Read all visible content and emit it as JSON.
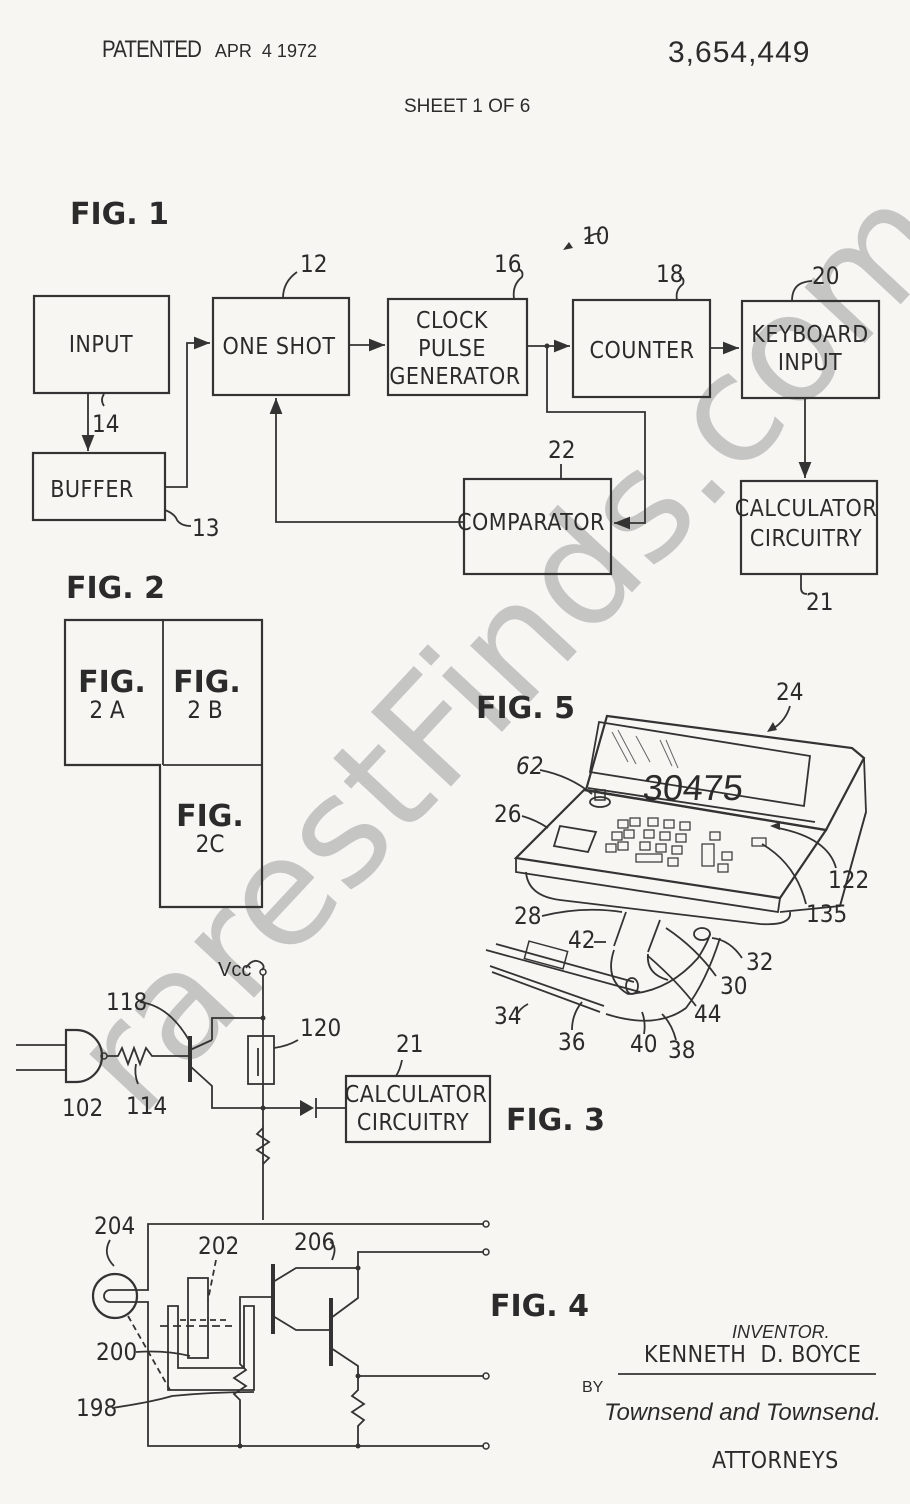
{
  "header": {
    "patented_label": "PATENTED",
    "patented_date": "APR  4 1972",
    "patent_number": "3,654,449",
    "sheet": "SHEET 1 OF 6"
  },
  "fig1": {
    "title": "FIG. 1",
    "system_ref": "10",
    "blocks": [
      {
        "id": "input",
        "label": "INPUT",
        "ref": ""
      },
      {
        "id": "buffer",
        "label": "BUFFER",
        "ref": "13"
      },
      {
        "id": "one_shot",
        "label": "ONE SHOT",
        "ref": "12"
      },
      {
        "id": "clock",
        "label_lines": [
          "CLOCK",
          "PULSE",
          "GENERATOR"
        ],
        "ref": "16"
      },
      {
        "id": "counter",
        "label": "COUNTER",
        "ref": "18"
      },
      {
        "id": "keyboard",
        "label_lines": [
          "KEYBOARD",
          "INPUT"
        ],
        "ref": "20"
      },
      {
        "id": "comparator",
        "label": "COMPARATOR",
        "ref": "22"
      },
      {
        "id": "calculator",
        "label_lines": [
          "CALCULATOR",
          "CIRCUITRY"
        ],
        "ref": "21"
      }
    ],
    "line_ref": "14"
  },
  "fig2": {
    "title": "FIG. 2",
    "panels": [
      {
        "label": "FIG.",
        "sub": "2 A"
      },
      {
        "label": "FIG.",
        "sub": "2 B"
      },
      {
        "label": "FIG.",
        "sub": "2C"
      }
    ]
  },
  "fig3": {
    "title": "FIG. 3",
    "vcc": "Vcc",
    "refs": {
      "gate": "102",
      "resistor": "114",
      "transistor": "118",
      "relay": "120",
      "calc": "21"
    },
    "calc_lines": [
      "CALCULATOR",
      "CIRCUITRY"
    ]
  },
  "fig4": {
    "title": "FIG. 4",
    "refs": {
      "lamp": "204",
      "shutter": "202",
      "darlington": "206",
      "frame": "200",
      "base": "198"
    }
  },
  "fig5": {
    "title": "FIG. 5",
    "display_value": "30475",
    "refs": [
      "24",
      "62",
      "26",
      "122",
      "135",
      "28",
      "42",
      "32",
      "30",
      "44",
      "34",
      "36",
      "40",
      "38"
    ]
  },
  "signature": {
    "inventor_label": "INVENTOR.",
    "inventor_name": "KENNETH  D. BOYCE",
    "by": "BY",
    "firm_signature": "Townsend and Townsend.",
    "attorneys": "ATTORNEYS"
  },
  "watermark": "rarestFinds.com"
}
